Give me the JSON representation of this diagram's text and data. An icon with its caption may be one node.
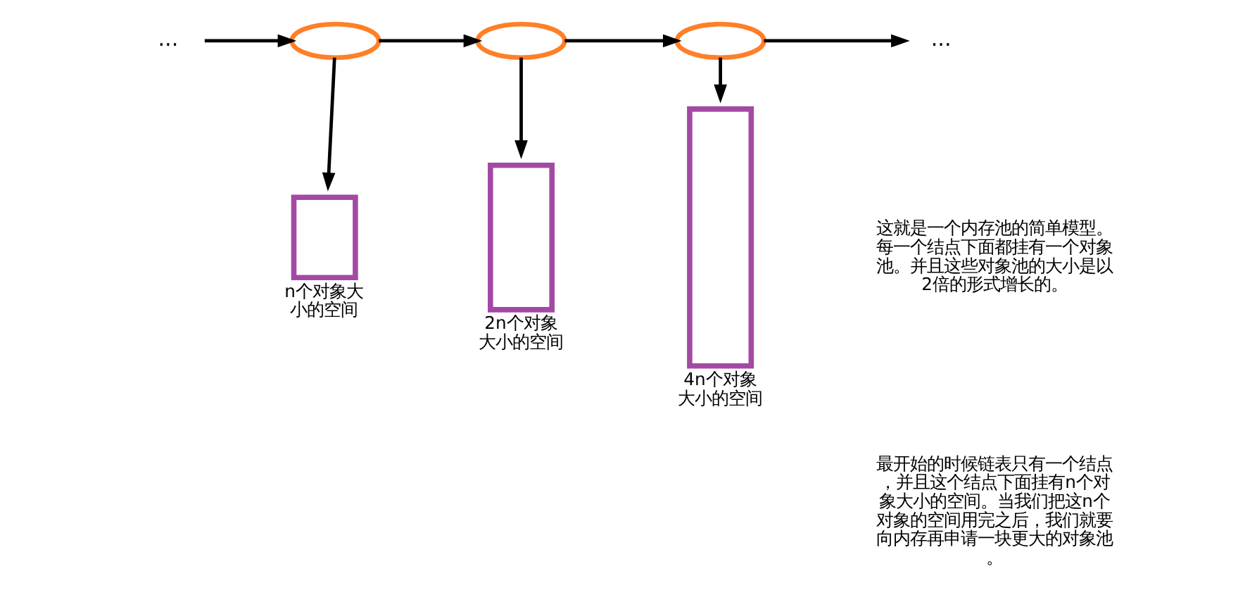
{
  "diagram": {
    "nodes": [
      {
        "text": [
          "..."
        ]
      },
      {
        "text": [],
        "shape": "ellipse"
      },
      {
        "text": [],
        "shape": "box",
        "beside": [
          "n个对象大小的空间"
        ]
      },
      {
        "text": [],
        "shape": "ellipse"
      },
      {
        "text": [],
        "shape": "box",
        "beside": [
          "2n个对象大小的空间"
        ]
      },
      {
        "text": [],
        "shape": "ellipse"
      },
      {
        "text": [],
        "shape": "box",
        "beside": [
          "4n个对象大小的空间"
        ]
      },
      {
        "text": [
          "..."
        ]
      }
    ],
    "edges": [
      {
        "from": 0,
        "to": 1,
        "arrow": "to"
      },
      {
        "from": 1,
        "to": 3,
        "arrow": "to"
      },
      {
        "from": 3,
        "to": 5,
        "arrow": "to"
      },
      {
        "from": 5,
        "to": 7,
        "arrow": "to"
      },
      {
        "from": 1,
        "to": 2,
        "arrow": "to"
      },
      {
        "from": 3,
        "to": 4,
        "arrow": "to"
      },
      {
        "from": 5,
        "to": 6,
        "arrow": "to"
      }
    ],
    "labels": [
      "这就是一个内存池的简单模型。每一个结点下面都挂有一个对象池。并且这些对象池的大小是以2倍的形式增长的。",
      "最开始的时候链表只有一个结点，并且这个结点下面挂有n个对象大小的空间。当我们把这n个对象的空间用完之后，我们就要向内存再申请一块更大的对象池。"
    ]
  }
}
